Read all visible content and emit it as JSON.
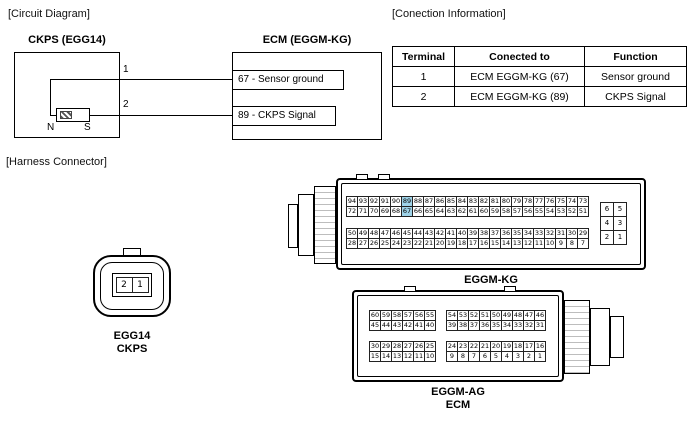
{
  "sections": {
    "circuit_diagram": "[Circuit Diagram]",
    "connection_information": "[Conection Information]",
    "harness_connector": "[Harness Connector]"
  },
  "circuit": {
    "ckps_title": "CKPS (EGG14)",
    "ecm_title": "ECM (EGGM-KG)",
    "sensor_ground_pin": "67 - Sensor ground",
    "ckps_signal_pin": "89 - CKPS Signal",
    "wire1": "1",
    "wire2": "2",
    "north": "N",
    "south": "S"
  },
  "connection_table": {
    "headers": [
      "Terminal",
      "Conected to",
      "Function"
    ],
    "rows": [
      [
        "1",
        "ECM EGGM-KG (67)",
        "Sensor ground"
      ],
      [
        "2",
        "ECM EGGM-KG (89)",
        "CKPS Signal"
      ]
    ]
  },
  "egg14": {
    "pin_rows": [
      [
        "2",
        "1"
      ]
    ],
    "name": "EGG14",
    "type": "CKPS"
  },
  "eggm_kg": {
    "name": "EGGM-KG",
    "highlighted_pins": [
      "89",
      "67"
    ],
    "top_rows": [
      [
        "94",
        "93",
        "92",
        "91",
        "90",
        "89",
        "88",
        "87",
        "86",
        "85",
        "84",
        "83",
        "82",
        "81",
        "80",
        "79",
        "78",
        "77",
        "76",
        "75",
        "74",
        "73"
      ],
      [
        "72",
        "71",
        "70",
        "69",
        "68",
        "67",
        "66",
        "65",
        "64",
        "63",
        "62",
        "61",
        "60",
        "59",
        "58",
        "57",
        "56",
        "55",
        "54",
        "53",
        "52",
        "51"
      ]
    ],
    "bottom_rows": [
      [
        "50",
        "49",
        "48",
        "47",
        "46",
        "45",
        "44",
        "43",
        "42",
        "41",
        "40",
        "39",
        "38",
        "37",
        "36",
        "35",
        "34",
        "33",
        "32",
        "31",
        "30",
        "29"
      ],
      [
        "28",
        "27",
        "26",
        "25",
        "24",
        "23",
        "22",
        "21",
        "20",
        "19",
        "18",
        "17",
        "16",
        "15",
        "14",
        "13",
        "12",
        "11",
        "10",
        "9",
        "8",
        "7"
      ]
    ],
    "side_rows": [
      [
        "6",
        "5"
      ],
      [
        "4",
        "3"
      ],
      [
        "2",
        "1"
      ]
    ]
  },
  "eggm_ag": {
    "name": "EGGM-AG",
    "sub": "ECM",
    "top_left_rows": [
      [
        "60",
        "59",
        "58",
        "57",
        "56",
        "55"
      ],
      [
        "45",
        "44",
        "43",
        "42",
        "41",
        "40"
      ]
    ],
    "top_right_rows": [
      [
        "54",
        "53",
        "52",
        "51",
        "50",
        "49",
        "48",
        "47",
        "46"
      ],
      [
        "39",
        "38",
        "37",
        "36",
        "35",
        "34",
        "33",
        "32",
        "31"
      ]
    ],
    "bottom_left_rows": [
      [
        "30",
        "29",
        "28",
        "27",
        "26",
        "25"
      ],
      [
        "15",
        "14",
        "13",
        "12",
        "11",
        "10"
      ]
    ],
    "bottom_right_rows": [
      [
        "24",
        "23",
        "22",
        "21",
        "20",
        "19",
        "18",
        "17",
        "16"
      ],
      [
        "9",
        "8",
        "7",
        "6",
        "5",
        "4",
        "3",
        "2",
        "1"
      ]
    ]
  },
  "colors": {
    "highlight": "#9fd3e8"
  }
}
